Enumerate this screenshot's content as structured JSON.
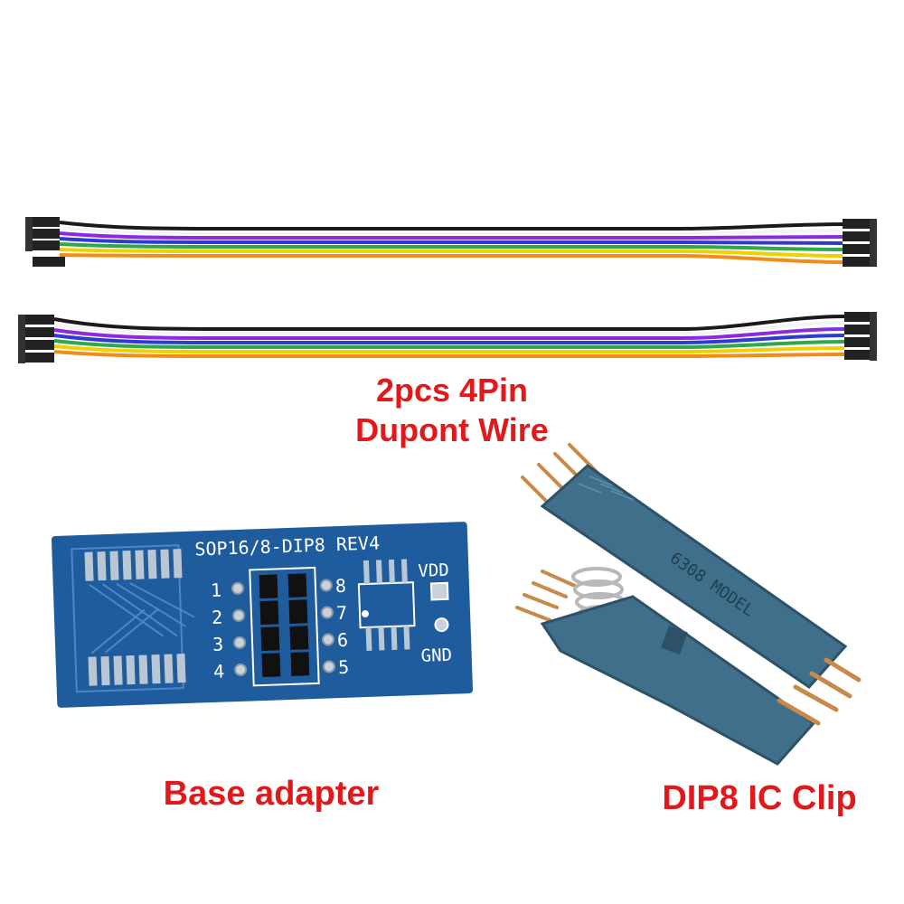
{
  "captions": {
    "wire_line1": "2pcs 4Pin",
    "wire_line2": "Dupont Wire",
    "base": "Base adapter",
    "clip": "DIP8 IC Clip"
  },
  "board": {
    "title": "SOP16/8-DIP8 REV4",
    "pins_left": [
      "1",
      "2",
      "3",
      "4"
    ],
    "pins_right": [
      "8",
      "7",
      "6",
      "5"
    ],
    "vdd": "VDD",
    "gnd": "GND"
  },
  "clip_marking": "6308 MODEL",
  "colors": {
    "caption": "#e1191b",
    "pcb": "#1f5c9e",
    "clip": "#3f6f8a",
    "wire": [
      "#1a1a1a",
      "#ffffff",
      "#8a2be2",
      "#2e3ad1",
      "#2ea84a",
      "#f0d000",
      "#f08c1a"
    ]
  }
}
